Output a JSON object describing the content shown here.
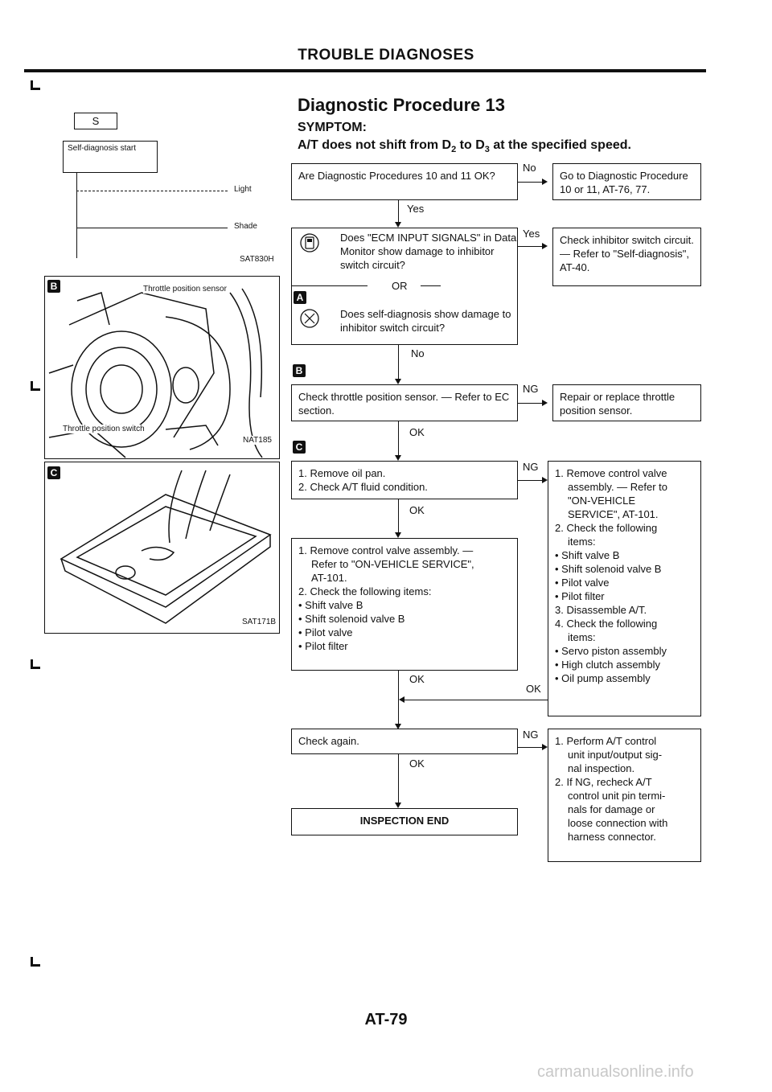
{
  "header": {
    "title": "TROUBLE DIAGNOSES"
  },
  "procedure": {
    "title": "Diagnostic Procedure 13",
    "symptom_label": "SYMPTOM:",
    "symptom_pre": "A/T does not shift from D",
    "sub1": "2",
    "symptom_mid": " to D",
    "sub2": "3",
    "symptom_post": " at the specified speed."
  },
  "figures": {
    "a": {
      "tag": "A",
      "key": "S",
      "box": "Self-diagnosis start",
      "light": "Light",
      "shade": "Shade",
      "code": "SAT830H"
    },
    "b": {
      "tag": "B",
      "sensor": "Throttle position sensor",
      "switch": "Throttle position switch",
      "code": "NAT185"
    },
    "c": {
      "tag": "C",
      "code": "SAT171B"
    }
  },
  "flow": {
    "q1": "Are Diagnostic Procedures 10 and 11 OK?",
    "q1_no": "No",
    "q1_no_box": "Go to Diagnostic Procedure 10 or 11, AT-76, 77.",
    "q1_yes": "Yes",
    "q2a": "Does \"ECM INPUT SIGNALS\" in Data Monitor show damage to inhibitor switch circuit?",
    "q2_or": "OR",
    "q2_tag": "A",
    "q2b": "Does self-diagnosis show damage to inhibitor switch circuit?",
    "q2_yes": "Yes",
    "q2_yes_box": "Check inhibitor switch circuit. — Refer to \"Self-diagnosis\", AT-40.",
    "q2_no": "No",
    "q3_tag": "B",
    "q3": "Check throttle position sensor. — Refer to EC section.",
    "q3_ng": "NG",
    "q3_ng_box": "Repair or replace throttle position sensor.",
    "q3_ok": "OK",
    "q4_tag": "C",
    "q4_1": "1. Remove oil pan.",
    "q4_2": "2. Check A/T fluid condition.",
    "q4_ng": "NG",
    "q4_ok": "OK",
    "ng4": {
      "l1": "1. Remove control valve",
      "l2": "assembly. — Refer to",
      "l3": "\"ON-VEHICLE",
      "l4": "SERVICE\", AT-101.",
      "l5": "2. Check the following",
      "l6": "items:",
      "b1": "Shift valve B",
      "b2": "Shift solenoid valve B",
      "b3": "Pilot valve",
      "b4": "Pilot filter",
      "l7": "3. Disassemble A/T.",
      "l8": "4. Check the following",
      "l9": "items:",
      "b5": "Servo piston assembly",
      "b6": "High clutch assembly",
      "b7": "Oil pump assembly"
    },
    "q5": {
      "l1": "1. Remove control valve assembly. —",
      "l2": "Refer to \"ON-VEHICLE SERVICE\",",
      "l3": "AT-101.",
      "l4": "2. Check the following items:",
      "b1": "Shift valve B",
      "b2": "Shift solenoid valve B",
      "b3": "Pilot valve",
      "b4": "Pilot filter"
    },
    "q5_ok": "OK",
    "ng4_ok": "OK",
    "q6": "Check again.",
    "q6_ng": "NG",
    "q6_ok": "OK",
    "ng6": {
      "l1": "1. Perform A/T control",
      "l2": "unit input/output sig-",
      "l3": "nal inspection.",
      "l4": "2. If NG, recheck A/T",
      "l5": "control unit pin termi-",
      "l6": "nals for damage or",
      "l7": "loose connection with",
      "l8": "harness connector."
    },
    "end": "INSPECTION END"
  },
  "footer": {
    "page": "AT-79",
    "watermark": "carmanualsonline.info"
  }
}
